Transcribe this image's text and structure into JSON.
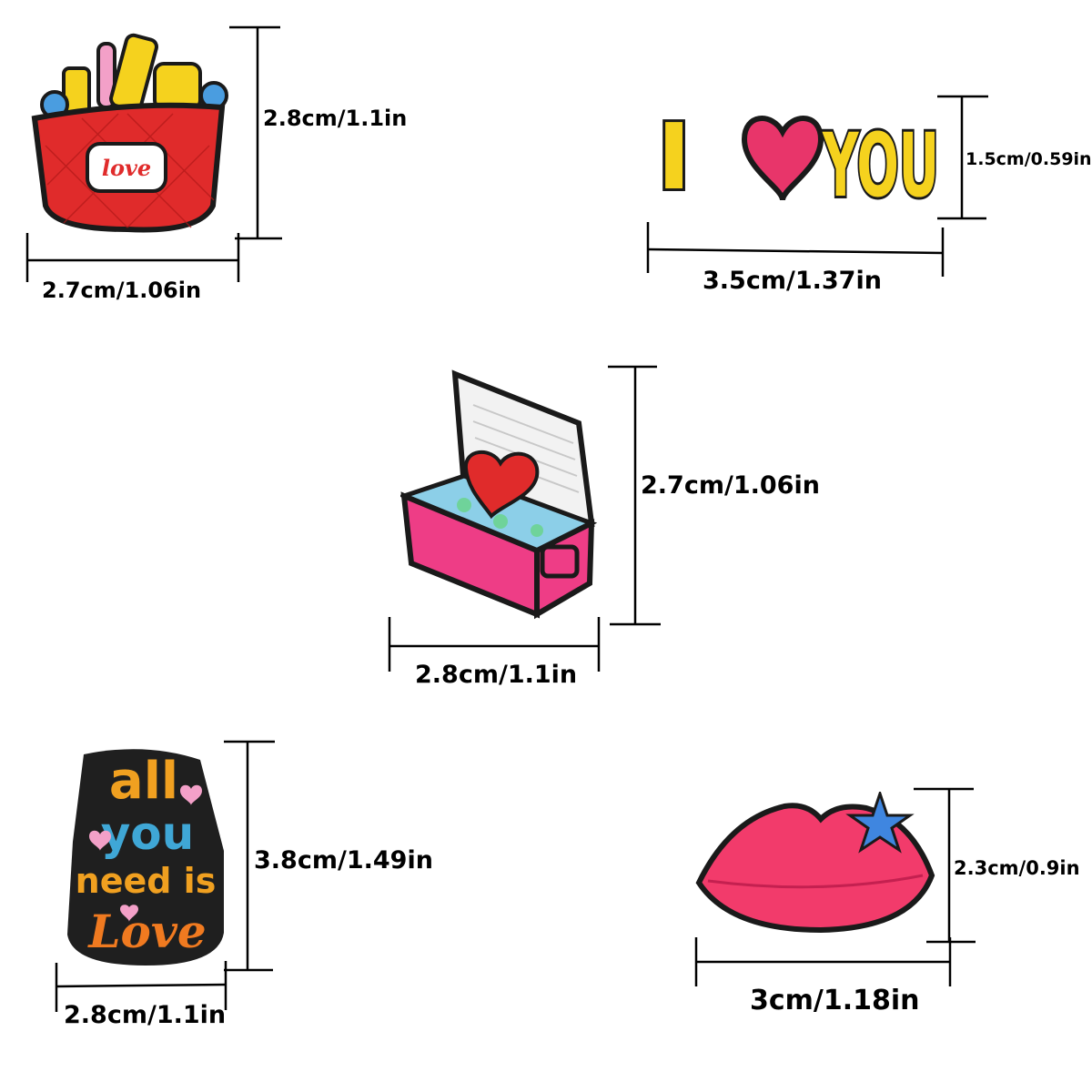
{
  "charms": [
    {
      "name": "makeup-bag-charm",
      "text": "love",
      "width_label": "2.7cm/1.06in",
      "height_label": "2.8cm/1.1in"
    },
    {
      "name": "i-love-you-charm",
      "text_left": "I",
      "text_right": "YOU",
      "width_label": "3.5cm/1.37in",
      "height_label": "1.5cm/0.59in"
    },
    {
      "name": "cooler-charm",
      "width_label": "2.8cm/1.1in",
      "height_label": "2.7cm/1.06in"
    },
    {
      "name": "all-you-need-is-love-charm",
      "lines": [
        "all",
        "you",
        "need is",
        "Love"
      ],
      "width_label": "2.8cm/1.1in",
      "height_label": "3.8cm/1.49in"
    },
    {
      "name": "lips-charm",
      "width_label": "3cm/1.18in",
      "height_label": "2.3cm/0.9in"
    }
  ],
  "colors": {
    "outline": "#1a1a1a",
    "bag_red": "#e02b2b",
    "heart_pink": "#e8356a",
    "text_yellow": "#f5d21e",
    "cooler_pink": "#ee3d86",
    "ice_blue": "#8ccfe8",
    "lips_pink": "#f23b6b",
    "star_blue": "#3f86e0"
  }
}
